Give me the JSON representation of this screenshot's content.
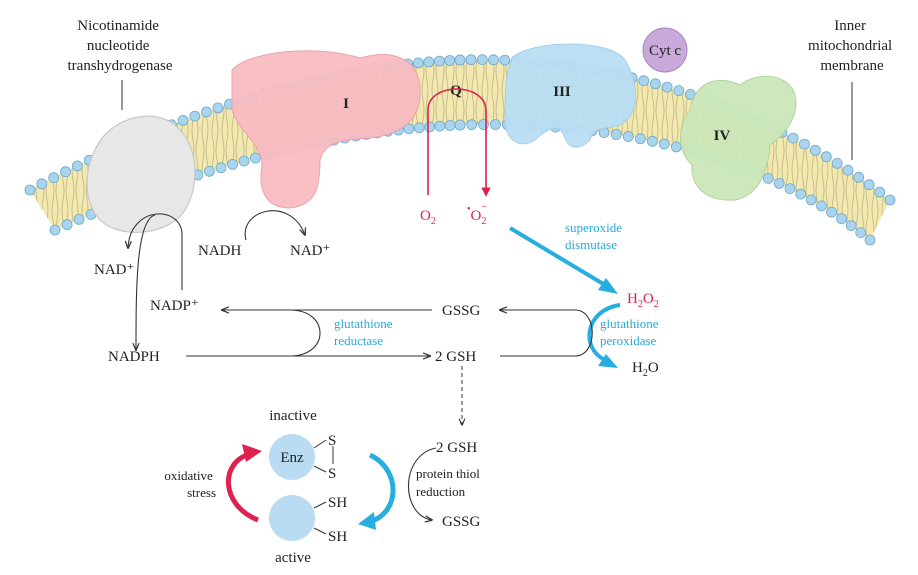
{
  "labels": {
    "transhydrogenase": [
      "Nicotinamide",
      "nucleotide",
      "transhydrogenase"
    ],
    "membrane": [
      "Inner",
      "mitochondrial",
      "membrane"
    ],
    "complex_i": "I",
    "q": "Q",
    "complex_iii": "III",
    "cyt_c": "Cyt c",
    "complex_iv": "IV",
    "o2": "O",
    "o2_sub": "2",
    "superoxide": "O",
    "superoxide_sub": "2",
    "superoxide_sup": "−",
    "superoxide_dot": "•",
    "superoxide_dismutase": [
      "superoxide",
      "dismutase"
    ],
    "h2o2": [
      "H",
      "2",
      "O",
      "2"
    ],
    "glutathione_peroxidase": [
      "glutathione",
      "peroxidase"
    ],
    "h2o": [
      "H",
      "2",
      "O"
    ],
    "nadh": "NADH",
    "nad_plus_right": "NAD⁺",
    "nad_plus_left": "NAD⁺",
    "nadp_plus": "NADP⁺",
    "nadph": "NADPH",
    "gssg_top": "GSSG",
    "glutathione_reductase": [
      "glutathione",
      "reductase"
    ],
    "two_gsh_mid": "2 GSH",
    "inactive": "inactive",
    "enz": "Enz",
    "s_top": "S",
    "s_bottom": "S",
    "oxidative_stress": [
      "oxidative",
      "stress"
    ],
    "two_gsh_right": "2 GSH",
    "protein_thiol_reduction": [
      "protein thiol",
      "reduction"
    ],
    "gssg_bottom": "GSSG",
    "sh_top": "SH",
    "sh_bottom": "SH",
    "active": "active"
  },
  "colors": {
    "lipid_head": "#a9d4ee",
    "lipid_tail": "#f1e6a6",
    "complex_i": "#f7b9be",
    "complex_iii": "#b8ddf3",
    "complex_iv": "#c9e6b8",
    "cyt_c": "#c7a9d8",
    "transhydrogenase": "#e6e6e6",
    "red": "#e0204f",
    "blue": "#27aee0",
    "enzyme": "#b9dcf2"
  }
}
